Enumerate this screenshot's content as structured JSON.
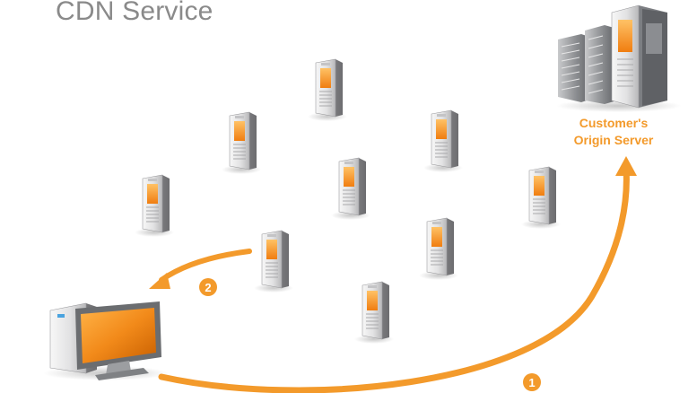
{
  "title": "CDN Service",
  "origin": {
    "label_line1": "Customer's",
    "label_line2": "Origin Server"
  },
  "steps": {
    "step1": "1",
    "step2": "2"
  },
  "colors": {
    "accent_orange": "#f39a2b",
    "title_gray": "#8a8a8a",
    "server_body": "#e9e9ea",
    "server_screen": "#f7941d"
  },
  "icons": {
    "edge_server": "server-tower-icon",
    "origin_server": "datacenter-buildings-icon",
    "client": "desktop-computer-icon"
  }
}
